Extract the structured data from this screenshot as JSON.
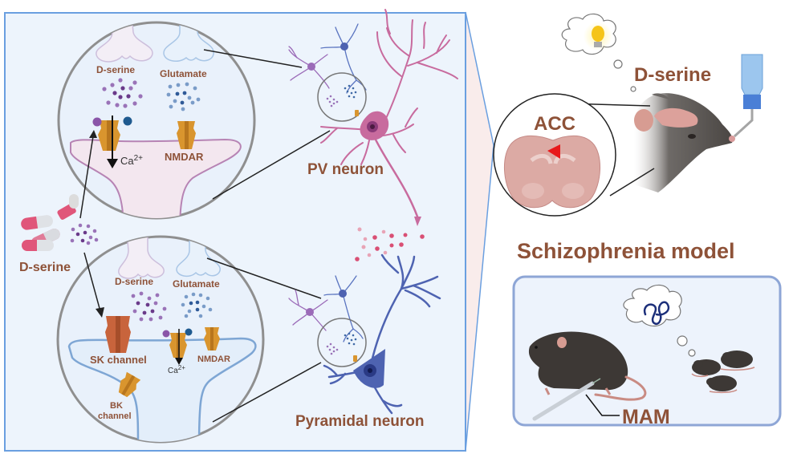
{
  "colors": {
    "label": "#8e5238",
    "panel_border": "#6a9fe0",
    "panel_fill": "#edf4fc",
    "funnel_fill": "#f9eceb",
    "mam_box_border": "#8ea6d6",
    "mam_box_fill": "#edf3fc",
    "dserine_dots": "#7b4f9a",
    "glutamate_dots": "#3f69a6",
    "nmdar": "#d9952e",
    "sk_channel": "#c8643c",
    "pv_neuron": "#c86b9e",
    "pyramidal_neuron": "#4e63b1",
    "acc_region": "#e8191b",
    "brain_slice": "#dcaaa4",
    "mouse_body": "#3d3835"
  },
  "left_panel": {
    "top_synapse": {
      "dserine_label": "D-serine",
      "glutamate_label": "Glutamate",
      "nmdar_label": "NMDAR",
      "ion_label": "Ca",
      "ion_charge": "2+"
    },
    "bottom_synapse": {
      "dserine_label": "D-serine",
      "glutamate_label": "Glutamate",
      "sk_label": "SK channel",
      "nmdar_label": "NMDAR",
      "ion_label": "Ca",
      "ion_charge": "2+",
      "bk_label_line1": "BK",
      "bk_label_line2": "channel"
    },
    "drug_label": "D-serine",
    "pv_neuron_label": "PV neuron",
    "pyramidal_neuron_label": "Pyramidal neuron"
  },
  "right_panel": {
    "brain_region_label": "ACC",
    "treatment_label": "D-serine",
    "model_title": "Schizophrenia model",
    "mam_label": "MAM"
  }
}
